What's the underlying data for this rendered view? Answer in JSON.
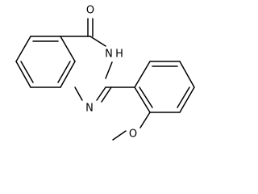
{
  "molecule": {
    "atoms": {
      "carbonyl_oxygen": "O",
      "nh_nitrogen": "N",
      "nh_hydrogen": "H",
      "ring_nitrogen": "N",
      "ether_oxygen": "O"
    }
  },
  "colors": {
    "bond": "#000000",
    "label": "#000000",
    "background": "#ffffff"
  }
}
